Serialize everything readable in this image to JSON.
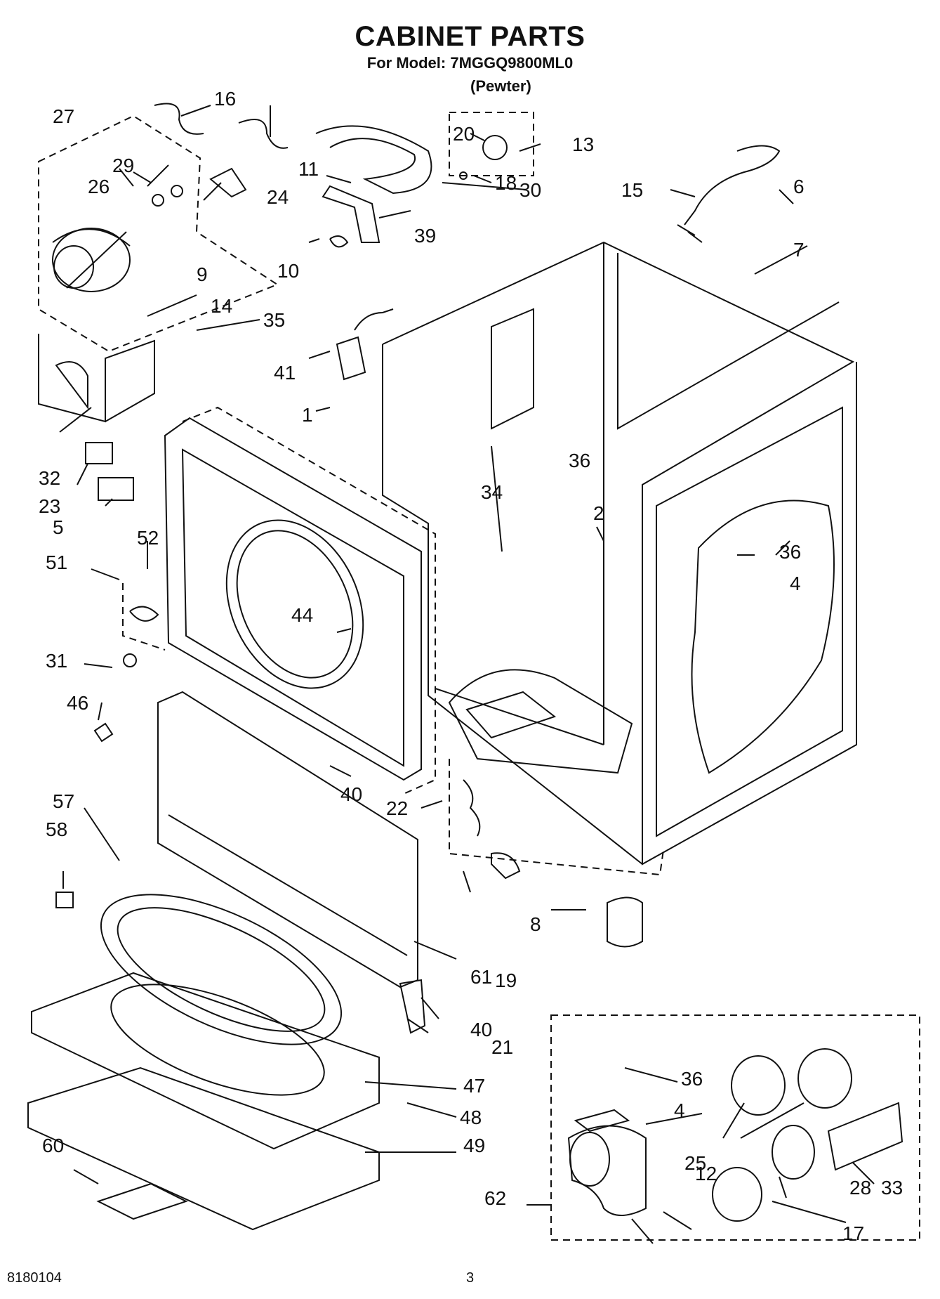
{
  "header": {
    "title": "CABINET PARTS",
    "model_line": "For Model: 7MGGQ9800ML0",
    "variant": "(Pewter)"
  },
  "callouts": [
    "1",
    "2",
    "4",
    "4",
    "5",
    "6",
    "7",
    "8",
    "9",
    "10",
    "11",
    "12",
    "13",
    "14",
    "15",
    "16",
    "17",
    "18",
    "19",
    "20",
    "21",
    "22",
    "23",
    "24",
    "25",
    "26",
    "27",
    "28",
    "29",
    "30",
    "31",
    "32",
    "33",
    "34",
    "35",
    "36",
    "36",
    "36",
    "39",
    "40",
    "40",
    "41",
    "44",
    "46",
    "47",
    "48",
    "49",
    "51",
    "52",
    "57",
    "58",
    "60",
    "61",
    "62"
  ],
  "footer": {
    "doc_number": "8180104",
    "page_number": "3"
  }
}
